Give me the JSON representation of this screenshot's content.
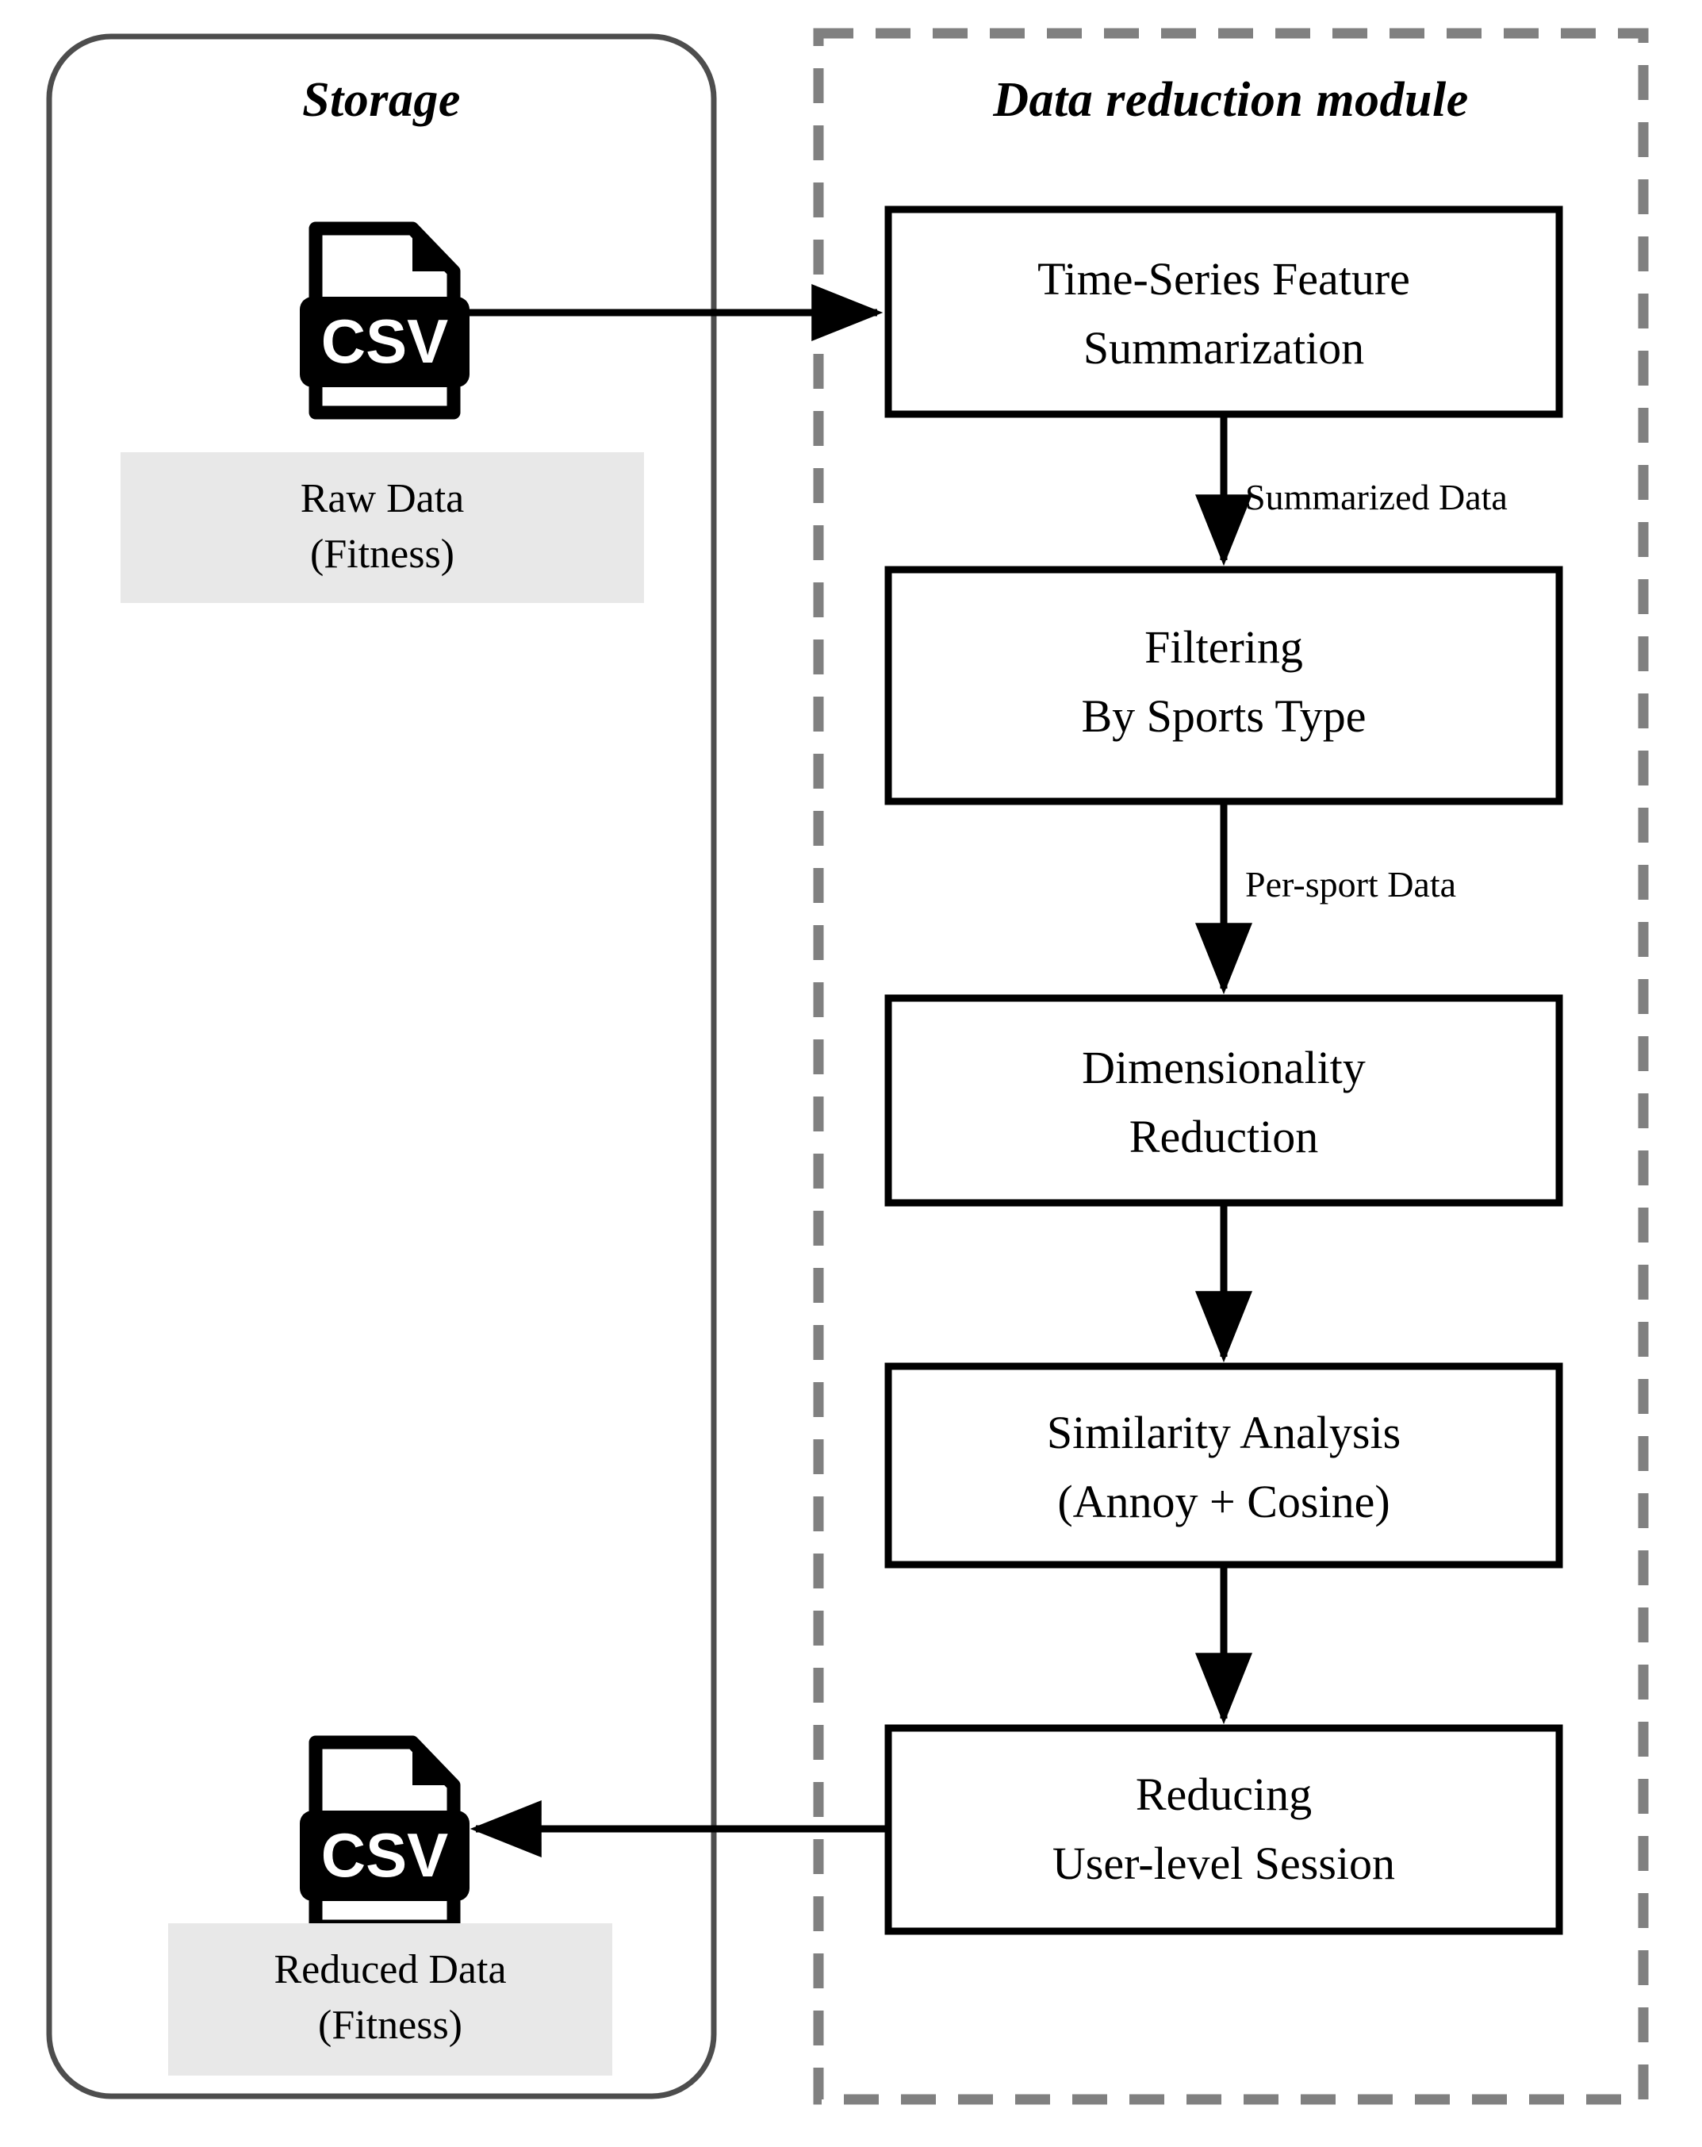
{
  "diagram": {
    "type": "flowchart",
    "title_storage": "Storage",
    "title_module": "Data reduction module",
    "colors": {
      "storage_border": "#4d4d4d",
      "module_border": "#808080",
      "box_border": "#000000",
      "arrow": "#000000",
      "label_bg": "#e8e8e8",
      "text": "#000000",
      "icon": "#000000"
    }
  },
  "storage": {
    "title": "Storage",
    "raw": {
      "icon": "csv-file-icon",
      "icon_text": "CSV",
      "label_line1": "Raw Data",
      "label_line2": "(Fitness)"
    },
    "reduced": {
      "icon": "csv-file-icon",
      "icon_text": "CSV",
      "label_line1": "Reduced Data",
      "label_line2": "(Fitness)"
    }
  },
  "module": {
    "title": "Data reduction module",
    "steps": [
      {
        "id": "step-1",
        "line1": "Time-Series Feature",
        "line2": "Summarization"
      },
      {
        "id": "step-2",
        "line1": "Filtering",
        "line2": "By Sports Type"
      },
      {
        "id": "step-3",
        "line1": "Dimensionality",
        "line2": "Reduction"
      },
      {
        "id": "step-4",
        "line1": "Similarity Analysis",
        "line2": "(Annoy + Cosine)"
      },
      {
        "id": "step-5",
        "line1": "Reducing",
        "line2": "User-level Session"
      }
    ],
    "edge_labels": [
      {
        "id": "edge-1-2",
        "text": "Summarized Data"
      },
      {
        "id": "edge-2-3",
        "text": "Per-sport Data"
      },
      {
        "id": "edge-3-4",
        "text": ""
      },
      {
        "id": "edge-4-5",
        "text": ""
      }
    ]
  }
}
